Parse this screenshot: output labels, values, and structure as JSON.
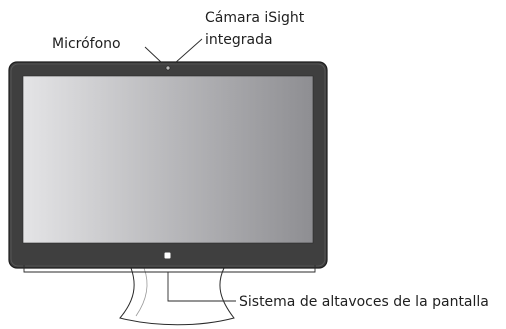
{
  "diagram": {
    "labels": {
      "microphone": "Micrófono",
      "camera_line1": "Cámara iSight",
      "camera_line2": "integrada",
      "speakers": "Sistema de altavoces de la pantalla"
    },
    "colors": {
      "bezel": "#3f3f3f",
      "bezel_edge": "#1c1c1c",
      "screen_light": "#e4e4e6",
      "screen_dark": "#8e8e92",
      "stand": "#ffffff",
      "line": "#2a2a2a"
    }
  }
}
